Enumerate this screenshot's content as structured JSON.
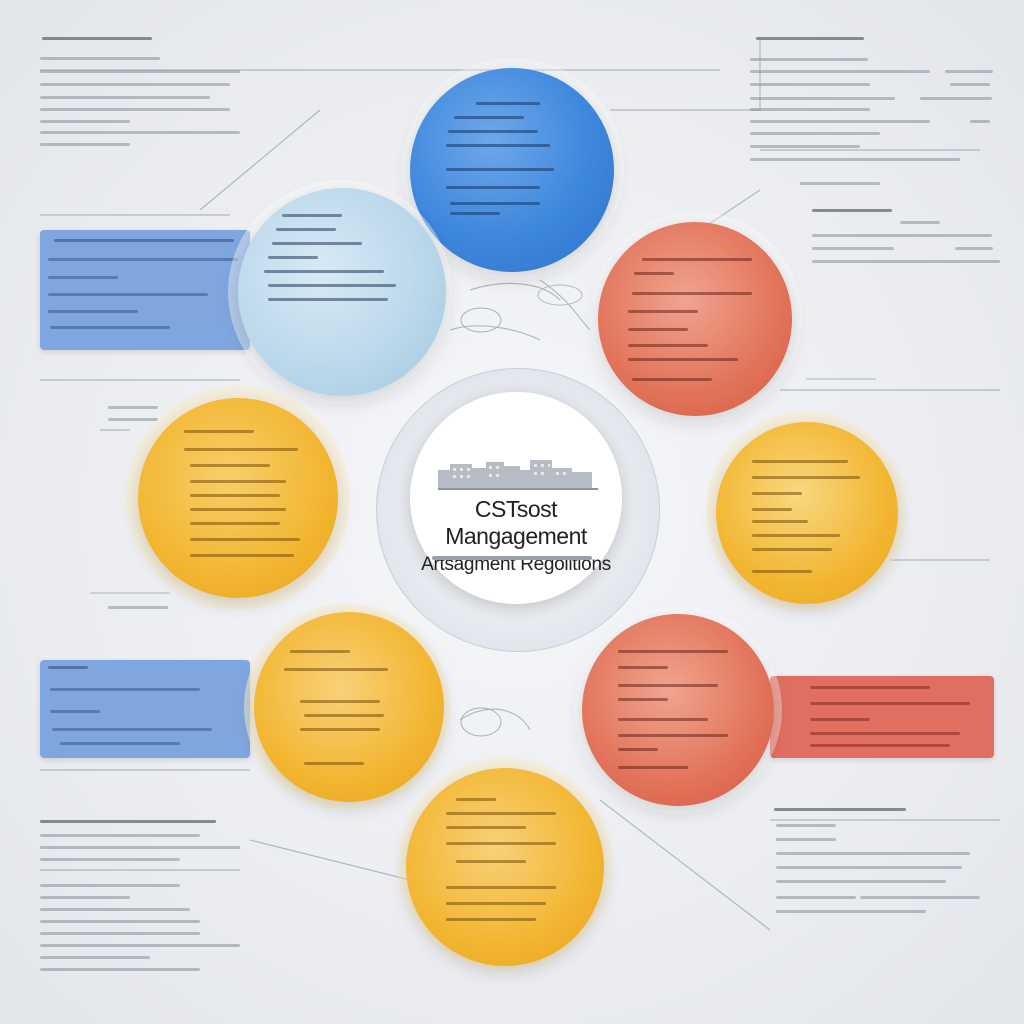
{
  "center": {
    "title_line1": "CSTsost Mangagement",
    "title_line2": "Artsagment Regolitions"
  },
  "colors": {
    "blue": "#3d87dd",
    "light_blue": "#b9d7ea",
    "red": "#e2735a",
    "yellow": "#f3b631",
    "panel_blue": "#6f9bd8",
    "panel_red": "#df6a5a"
  },
  "nodes": [
    {
      "id": "top-blue",
      "color": "blue"
    },
    {
      "id": "upper-left-lightblue",
      "color": "light_blue"
    },
    {
      "id": "upper-right-red",
      "color": "red"
    },
    {
      "id": "left-yellow",
      "color": "yellow"
    },
    {
      "id": "right-yellow",
      "color": "yellow"
    },
    {
      "id": "lower-left-yellow",
      "color": "yellow"
    },
    {
      "id": "lower-right-red",
      "color": "red"
    },
    {
      "id": "bottom-yellow",
      "color": "yellow"
    }
  ]
}
